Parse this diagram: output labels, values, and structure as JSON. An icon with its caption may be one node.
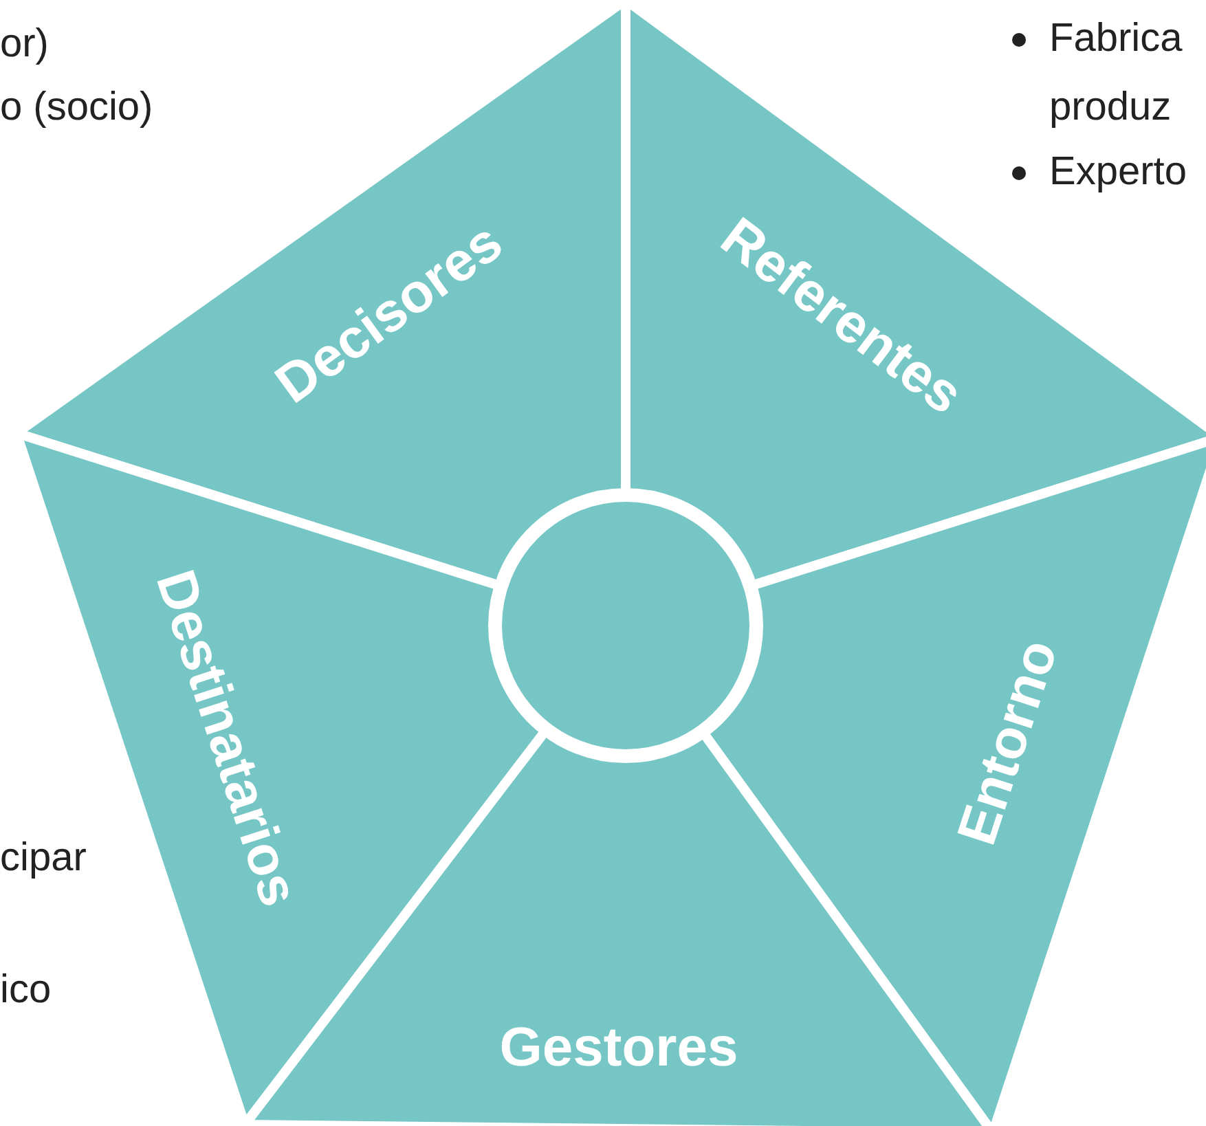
{
  "diagram": {
    "nodes": [
      {
        "text": [
          "Decisores"
        ]
      },
      {
        "text": [
          "Referentes"
        ]
      },
      {
        "text": [
          "Entorno"
        ]
      },
      {
        "text": [
          "Gestores"
        ]
      },
      {
        "text": [
          "Destinatarios"
        ]
      },
      {
        "text": [],
        "shape": "circle"
      }
    ],
    "labels": [
      "or)",
      "o (socio)",
      "Fabrica",
      "produz",
      "Experto",
      "cipar",
      "ico"
    ]
  }
}
